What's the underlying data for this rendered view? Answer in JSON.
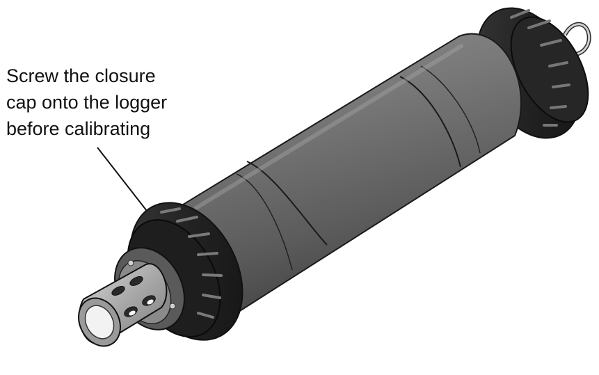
{
  "annotation": {
    "lines": [
      "Screw the closure",
      "cap onto the logger",
      "before calibrating"
    ]
  },
  "colors": {
    "body_dark": "#3e3e3e",
    "body_mid": "#6a6a6a",
    "body_light": "#8c8c8c",
    "cap": "#1f1f1f",
    "steel": "#b4b4b4",
    "outline": "#111111"
  },
  "icons": {
    "device": "cylindrical-data-logger-icon",
    "leader": "leader-line"
  }
}
